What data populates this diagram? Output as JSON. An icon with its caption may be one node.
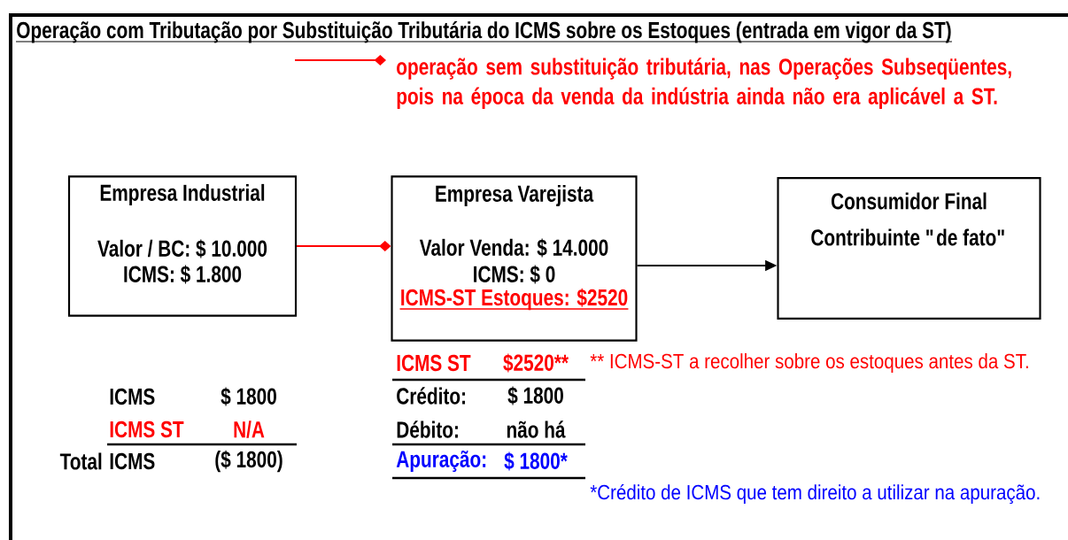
{
  "diagram": {
    "title": "Operação com Tributação por Substituição Tributária do ICMS sobre os Estoques (entrada em vigor da ST)",
    "nodes": [
      {
        "text": [
          "Empresa Industrial",
          "Valor / BC: $ 10.000",
          "ICMS:  $ 1.800"
        ]
      },
      {
        "text": [
          "Empresa Varejista",
          "Valor Venda: $ 14.000",
          "ICMS: $ 0",
          "ICMS-ST Estoques: $2520"
        ]
      },
      {
        "text": [
          "Consumidor Final",
          "Contribuinte \"de fato\""
        ]
      }
    ],
    "edges": [
      {
        "from": 0,
        "to": 1,
        "arrow": "other",
        "color": "#ff0000"
      },
      {
        "from": 1,
        "to": 2,
        "arrow": "to",
        "color": "#000000"
      }
    ],
    "labels": [
      "ICMS",
      "$ 1800",
      "ICMS ST",
      "N/A",
      "Total",
      "ICMS",
      "($ 1800)",
      "ICMS ST",
      "$2520**",
      "** ICMS-ST a recolher sobre os estoques antes da ST.",
      "Crédito:",
      "$ 1800",
      "Débito:",
      "não há",
      "Apuração:",
      "$ 1800*",
      "*Crédito de ICMS que tem direito a utilizar na apuração."
    ],
    "legend": [
      {
        "text": "operação sem substituição tributária, nas Operações Subseqüentes, pois na época da venda da indústria ainda não era aplicável a ST."
      }
    ]
  }
}
